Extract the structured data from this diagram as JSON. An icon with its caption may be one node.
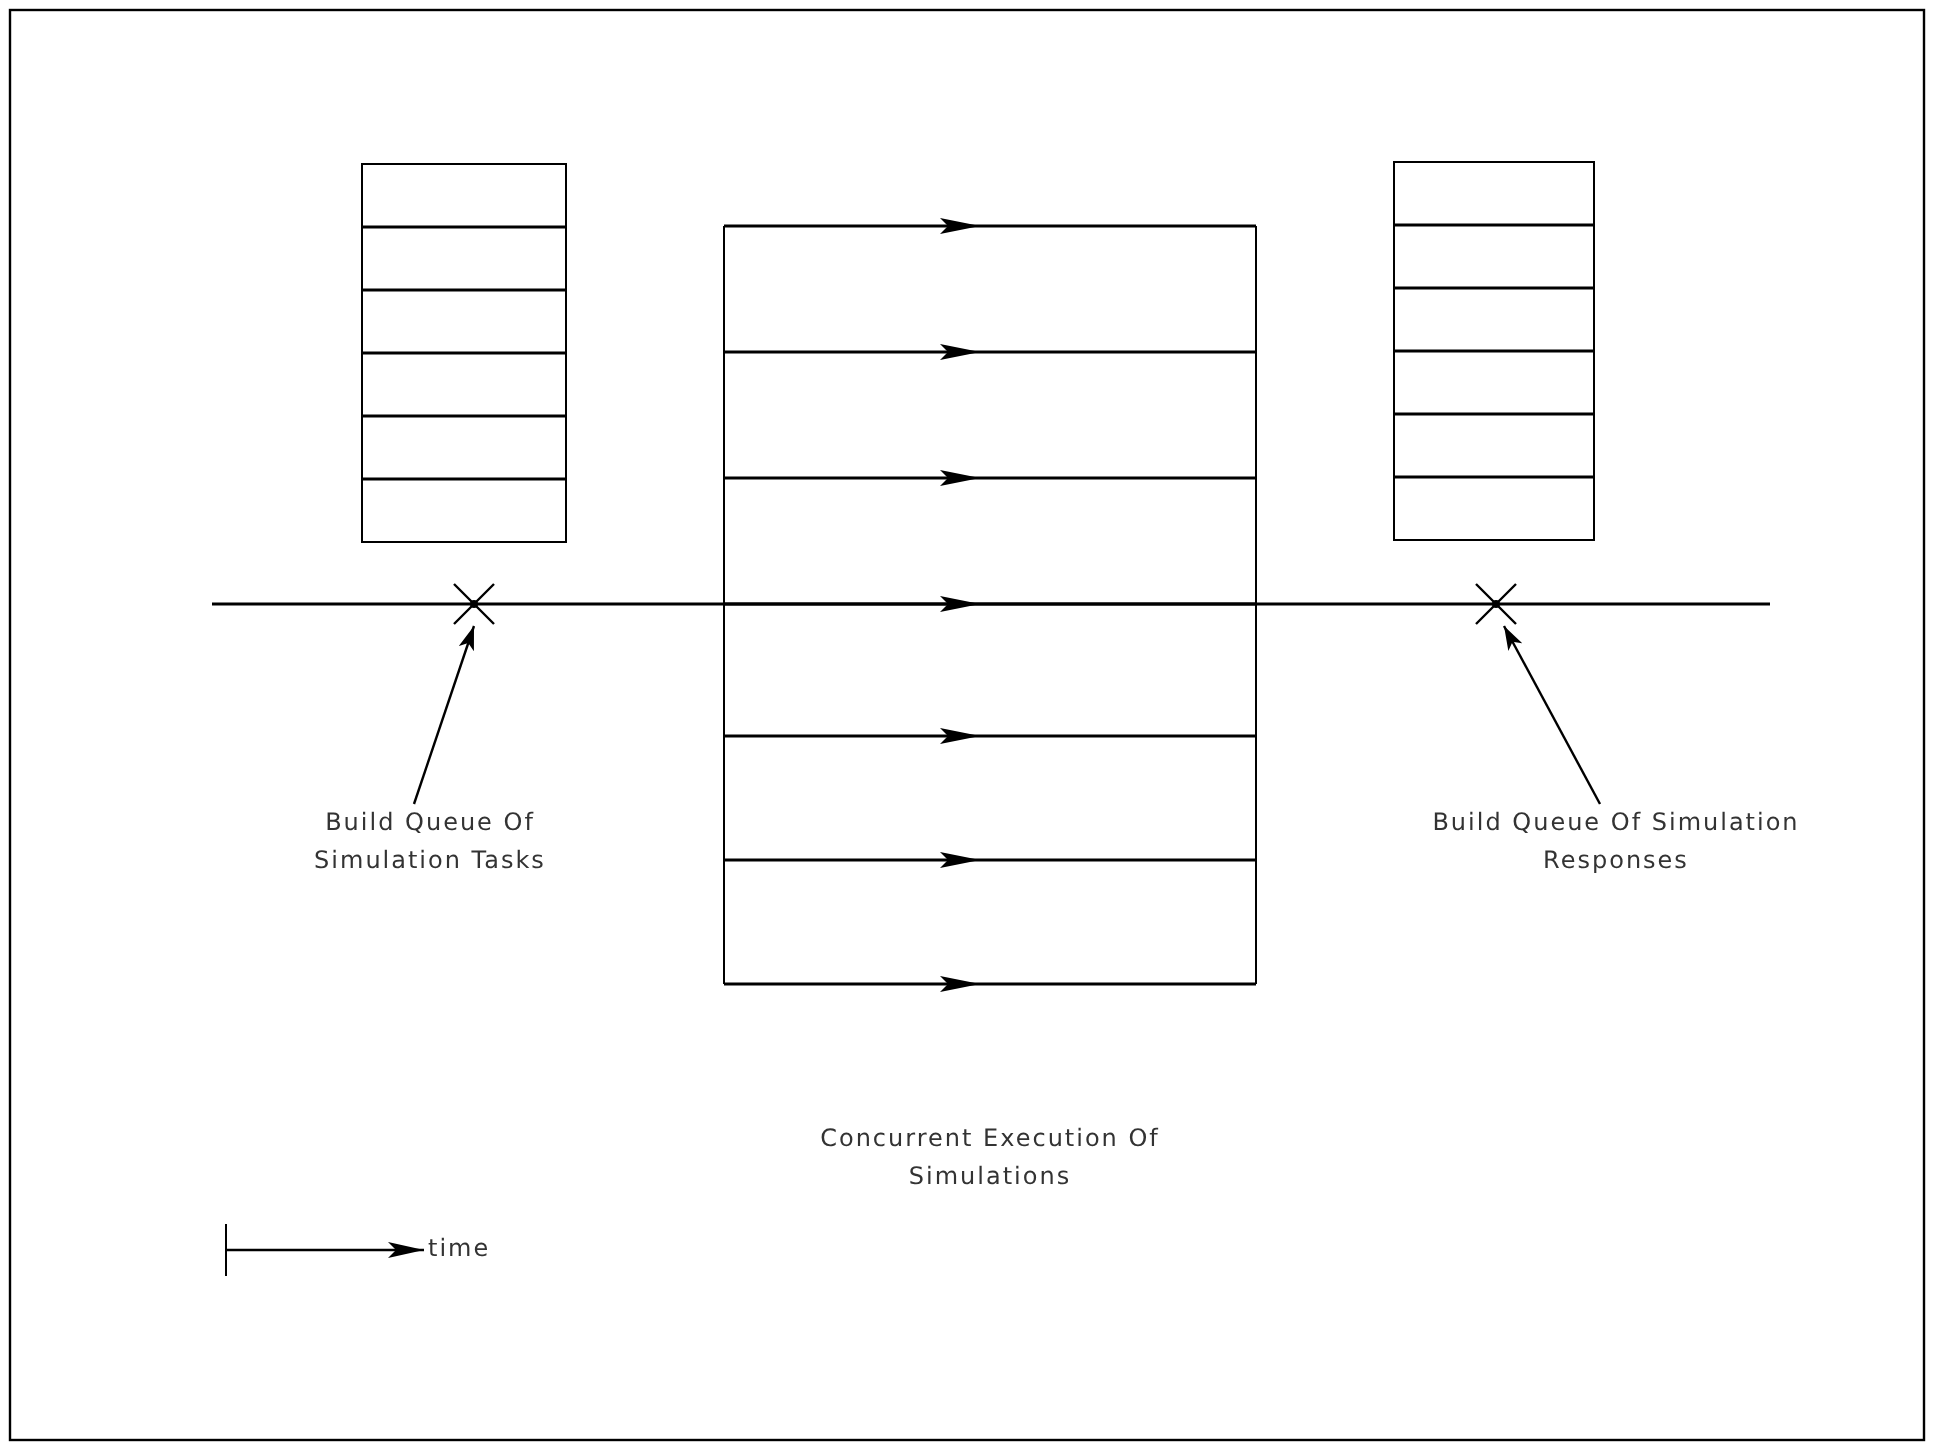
{
  "diagram": {
    "nodes": [
      {
        "text": [
          "Build Queue Of Simulation Tasks"
        ]
      },
      {
        "text": [],
        "shape": "cross"
      },
      {
        "text": [
          "Build Queue Of Simulation Responses"
        ]
      },
      {
        "text": [],
        "shape": "cross"
      },
      {
        "text": [
          "Concurrent Execution Of Simulations"
        ]
      }
    ],
    "edges": [
      {
        "from": 0,
        "to": 1,
        "arrow": "to"
      },
      {
        "from": 2,
        "to": 3,
        "arrow": "to"
      }
    ],
    "labels": [
      "time"
    ]
  }
}
